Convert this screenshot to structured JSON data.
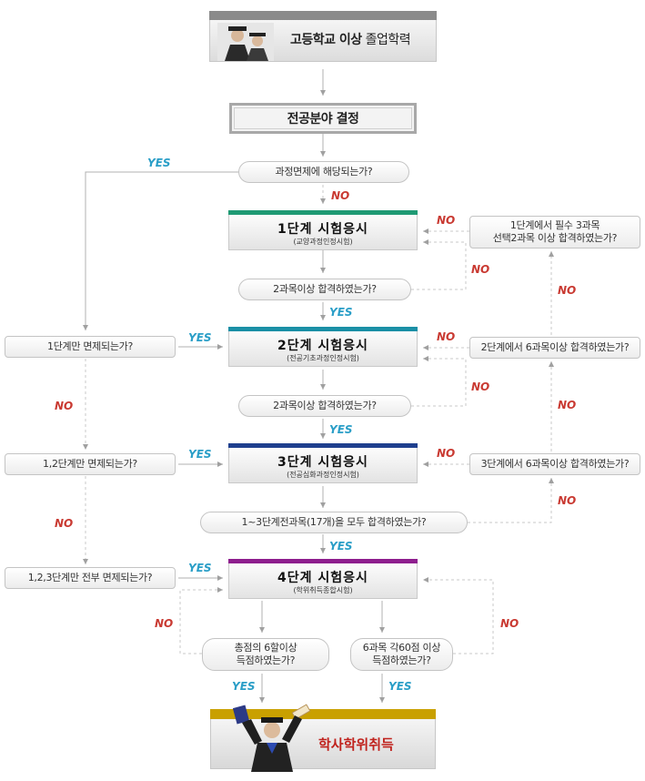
{
  "header": {
    "label_bold": "고등학교 이상",
    "label_normal": " 졸업학력",
    "icon": "graduates-photo-icon"
  },
  "field": {
    "label": "전공분야 결정"
  },
  "questions": {
    "course_exempt": "과정면제에 해당되는가?",
    "pass2_s1": "2과목이상 합격하였는가?",
    "pass2_s2": "2과목이상 합격하였는가?",
    "pass_all": "1~3단계전과목(17개)을 모두 합격하였는가?",
    "total_60": [
      "총점의 6할이상",
      "득점하였는가?"
    ],
    "each_60": [
      "6과목 각60점 이상",
      "득점하였는가?"
    ]
  },
  "left_questions": {
    "s1_only": "1단계만 면제되는가?",
    "s12_only": "1,2단계만 면제되는가?",
    "s123_all": "1,2,3단계만 전부 면제되는가?"
  },
  "right_questions": {
    "r1": [
      "1단계에서 필수 3과목",
      "선택2과목 이상 합격하였는가?"
    ],
    "r2": "2단계에서 6과목이상 합격하였는가?",
    "r3": "3단계에서 6과목이상 합격하였는가?"
  },
  "stages": [
    {
      "title": "1단계 시험응시",
      "sub": "(교양과정인정시험)",
      "color": "#1f9a74"
    },
    {
      "title": "2단계 시험응시",
      "sub": "(전공기초과정인정시험)",
      "color": "#1a8fa6"
    },
    {
      "title": "3단계 시험응시",
      "sub": "(전공심화과정인정시험)",
      "color": "#1f3f8e"
    },
    {
      "title": "4단계 시험응시",
      "sub": "(학위취득종합시험)",
      "color": "#8e1e8e"
    }
  ],
  "final": {
    "label": "학사학위취득",
    "icon": "graduate-celebrating-icon"
  },
  "labels": {
    "yes": "YES",
    "no": "NO"
  },
  "colors": {
    "yes": "#2a9ec7",
    "no": "#c93a32",
    "line": "#b0b0b0"
  }
}
